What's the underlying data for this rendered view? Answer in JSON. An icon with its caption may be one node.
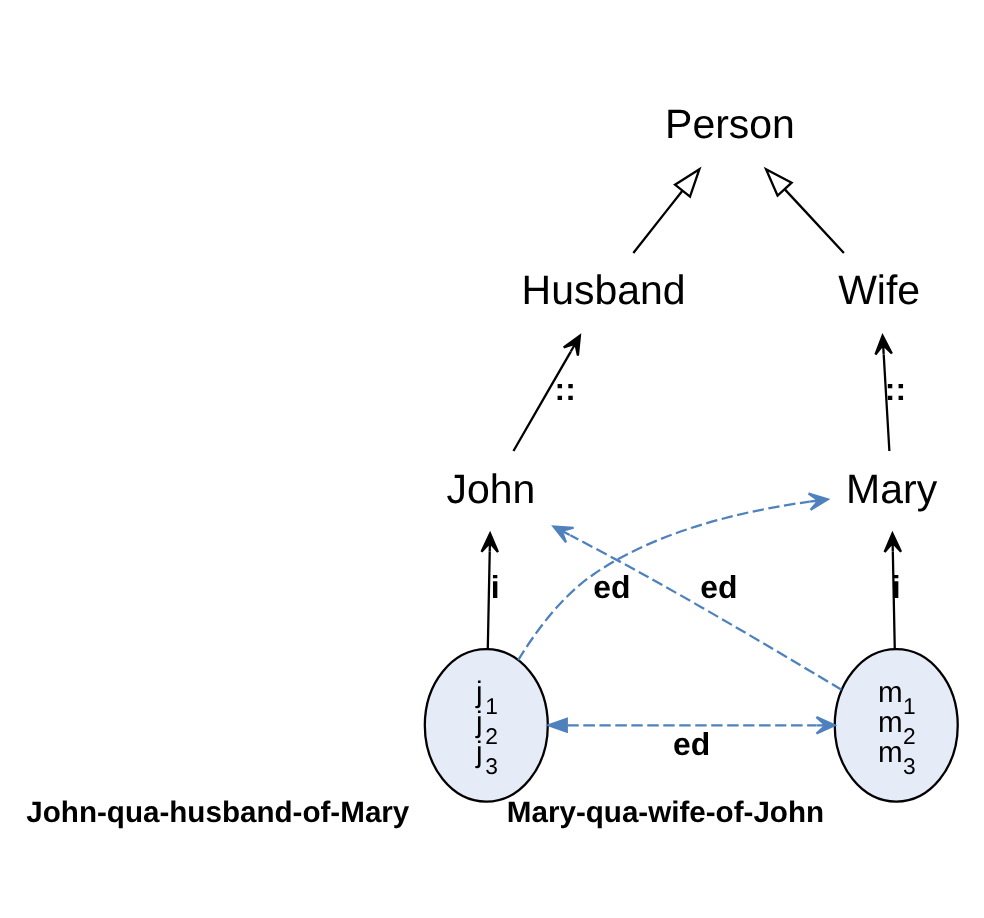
{
  "diagram": {
    "nodes": [
      {
        "text": [
          "Person"
        ]
      },
      {
        "text": [
          "Husband"
        ]
      },
      {
        "text": [
          "Wife"
        ]
      },
      {
        "text": [
          "John"
        ]
      },
      {
        "text": [
          "Mary"
        ]
      },
      {
        "text": [
          "John-qua-husband-of-Mary",
          "j$_{1}$",
          "j$_{2}$",
          "j$_{3}$"
        ]
      },
      {
        "text": [
          "Mary-qua-wife-of-John",
          "m$_{1}$",
          "m$_{2}$",
          "m$_{3}$"
        ]
      }
    ],
    "edges": [
      {
        "from": 1,
        "to": 0,
        "arrow": "to"
      },
      {
        "from": 2,
        "to": 0,
        "arrow": "to"
      },
      {
        "from": 3,
        "to": 1,
        "arrow": "to",
        "label": "::"
      },
      {
        "from": 4,
        "to": 2,
        "arrow": "to",
        "label": "::"
      },
      {
        "from": 5,
        "to": 3,
        "arrow": "to",
        "label": "i"
      },
      {
        "from": 6,
        "to": 4,
        "arrow": "to",
        "label": "i"
      },
      {
        "from": 5,
        "to": 4,
        "arrow": "to",
        "label": "ed",
        "style": "dashed",
        "color": "#4f81bd"
      },
      {
        "from": 5,
        "to": 6,
        "arrow": "both",
        "label": "ed",
        "style": "dashed",
        "color": "#4f81bd"
      },
      {
        "from": 6,
        "to": 3,
        "arrow": "to",
        "label": "ed",
        "style": "dashed",
        "color": "#4f81bd"
      }
    ]
  }
}
